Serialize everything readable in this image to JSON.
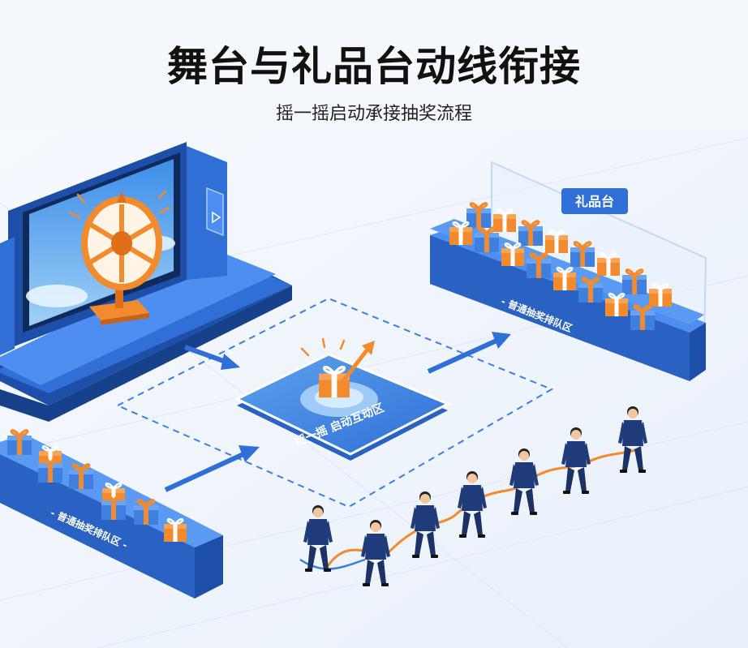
{
  "header": {
    "title": "舞台与礼品台动线衔接",
    "subtitle": "摇一摇启动承接抽奖流程"
  },
  "labels": {
    "gift_table_sign": "礼品台",
    "center_zone": "摇一摇 启动互动区",
    "queue_zone_right": "- 普通抽奖排队区",
    "queue_zone_left": "- 普通抽奖排队区 -"
  },
  "icons": {
    "wheel": "prize-wheel-icon",
    "gift": "gift-box-icon",
    "play": "play-icon",
    "arrow": "flow-arrow-icon",
    "person": "person-icon"
  },
  "colors": {
    "primary_blue": "#2f6fd6",
    "dark_blue": "#1e4fa8",
    "orange": "#f28a2e",
    "navy": "#1f3b7a"
  }
}
